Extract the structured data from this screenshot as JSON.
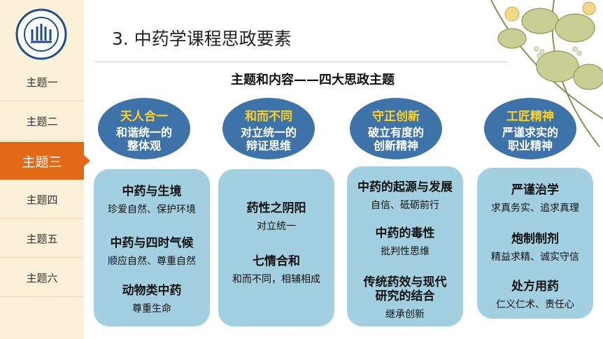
{
  "header": {
    "title": "3. 中药学课程思政要素",
    "subtitle": "主题和内容——四大思政主题"
  },
  "sidebar": {
    "logo_icon": "school-of-pharmacy-seal",
    "items": [
      {
        "label": "主题一"
      },
      {
        "label": "主题二"
      },
      {
        "label": "主题三"
      },
      {
        "label": "主题四"
      },
      {
        "label": "主题五"
      },
      {
        "label": "主题六"
      }
    ],
    "active_index": 2
  },
  "colors": {
    "accent": "#e26a17",
    "oval": "#3d73a8",
    "panel": "#a2d0e1",
    "theme_name": "#ffd21f"
  },
  "themes": [
    {
      "name": "天人合一",
      "desc1": "和谐统一的",
      "desc2": "整体观",
      "items": [
        {
          "heading": "中药与生境",
          "sub": "珍爱自然、保护环境"
        },
        {
          "heading": "中药与四时气候",
          "sub": "顺应自然、尊重自然"
        },
        {
          "heading": "动物类中药",
          "sub": "尊重生命"
        }
      ]
    },
    {
      "name": "和而不同",
      "desc1": "对立统一的",
      "desc2": "辩证思维",
      "items": [
        {
          "heading": "药性之阴阳",
          "sub": "对立统一"
        },
        {
          "heading": "七情合和",
          "sub": "和而不同，相辅相成"
        }
      ]
    },
    {
      "name": "守正创新",
      "desc1": "破立有度的",
      "desc2": "创新精神",
      "items": [
        {
          "heading": "中药的起源与发展",
          "sub": "自信、砥砺前行"
        },
        {
          "heading": "中药的毒性",
          "sub": "批判性思维"
        },
        {
          "heading": "传统药效与现代",
          "heading2": "研究的结合",
          "sub": "继承创新"
        }
      ]
    },
    {
      "name": "工匠精神",
      "desc1": "严谨求实的",
      "desc2": "职业精神",
      "items": [
        {
          "heading": "严谨治学",
          "sub": "求真务实、追求真理"
        },
        {
          "heading": "炮制制剂",
          "sub": "精益求精、诚实守信"
        },
        {
          "heading": "处方用药",
          "sub": "仁义仁术、责任心"
        }
      ]
    }
  ]
}
